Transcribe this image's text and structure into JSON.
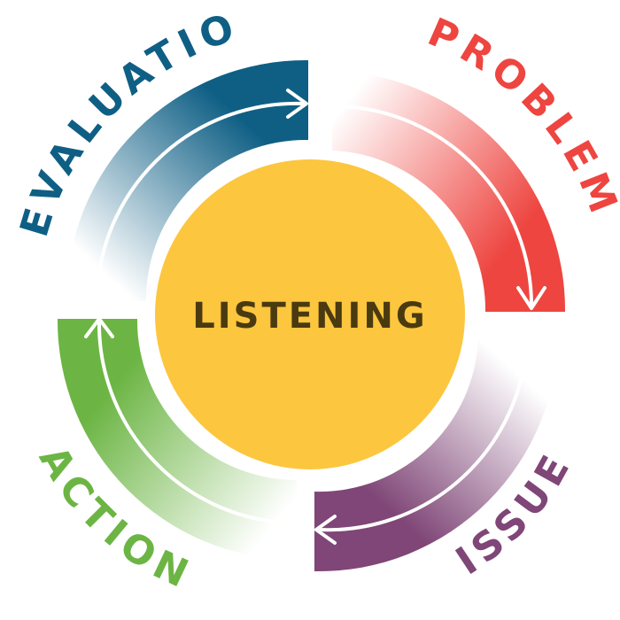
{
  "center": {
    "label": "LISTENING",
    "color": "#FCC63E",
    "text_color": "#4A3A10"
  },
  "stages": [
    {
      "key": "problem",
      "label": "PROBLEM",
      "color": "#EE4540"
    },
    {
      "key": "issue",
      "label": "ISSUE",
      "color": "#7F4677"
    },
    {
      "key": "action",
      "label": "ACTION",
      "color": "#6CB544"
    },
    {
      "key": "evaluation",
      "label": "EVALUATION",
      "color": "#0F5F85"
    }
  ]
}
